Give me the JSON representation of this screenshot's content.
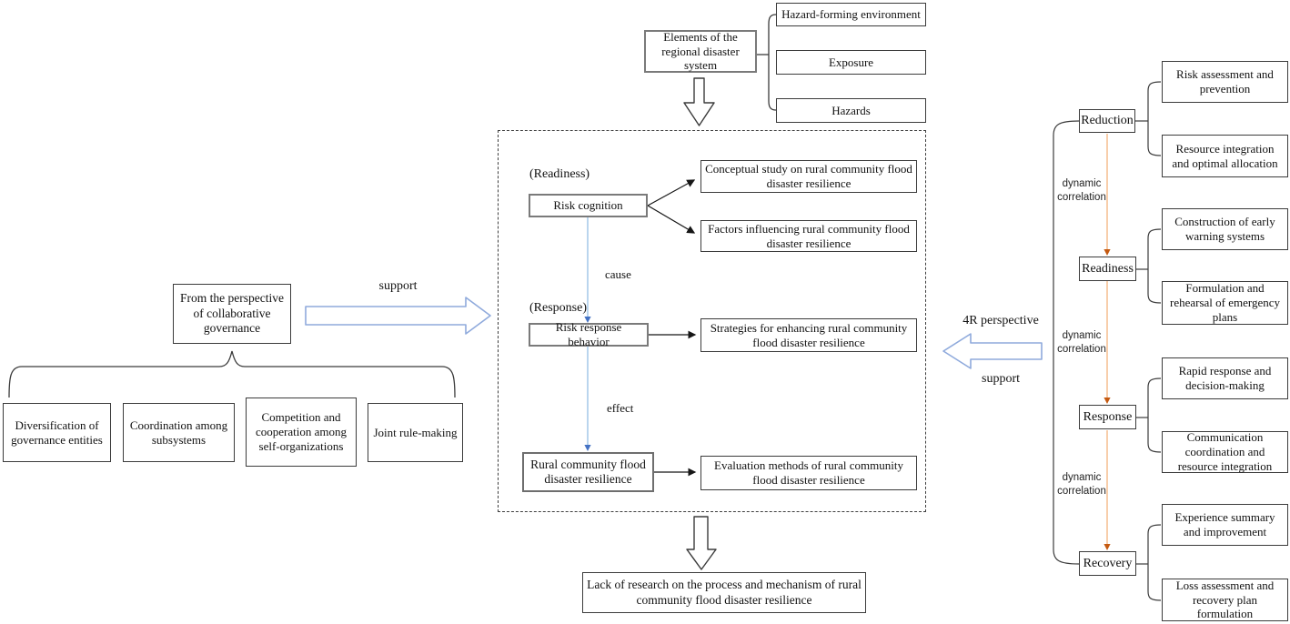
{
  "colors": {
    "accent_blue_outline": "#8FAADC",
    "flow_line_blue": "#9DC3E6",
    "flow_arrowhead_blue": "#4472C4",
    "dynamic_line_orange": "#F5BE8F",
    "dynamic_arrowhead_orange": "#C55A11",
    "box_border_dark": "#3b3b3b",
    "box_border_gray": "#7a7a7a"
  },
  "top": {
    "elements_box": "Elements of the regional disaster system",
    "components": [
      "Hazard-forming environment",
      "Exposure",
      "Hazards"
    ]
  },
  "left": {
    "perspective_box": "From the perspective of collaborative governance",
    "support_label": "support",
    "governance_boxes": [
      "Diversification of governance entities",
      "Coordination among subsystems",
      "Competition and cooperation among self-organizations",
      "Joint rule-making"
    ]
  },
  "center": {
    "readiness_label": "(Readiness)",
    "risk_cognition": "Risk cognition",
    "conceptual_study": "Conceptual study on rural community flood disaster resilience",
    "factors_influencing": "Factors influencing rural community flood disaster resilience",
    "cause_label": "cause",
    "response_label": "(Response)",
    "risk_response": "Risk response behavior",
    "strategies": "Strategies for enhancing rural community flood disaster resilience",
    "effect_label": "effect",
    "rural_resilience": "Rural community flood disaster resilience",
    "evaluation_methods": "Evaluation methods of rural community flood disaster resilience",
    "gap_box": "Lack of research on the process and mechanism of rural community flood disaster resilience"
  },
  "right": {
    "perspective_label": "4R perspective",
    "support_label": "support",
    "dynamic_label": "dynamic correlation",
    "stages": [
      {
        "name": "Reduction",
        "items": [
          "Risk assessment and prevention",
          "Resource integration and optimal allocation"
        ]
      },
      {
        "name": "Readiness",
        "items": [
          "Construction of early warning systems",
          "Formulation and rehearsal of emergency plans"
        ]
      },
      {
        "name": "Response",
        "items": [
          "Rapid response and decision-making",
          "Communication coordination and resource integration"
        ]
      },
      {
        "name": "Recovery",
        "items": [
          "Experience summary and improvement",
          "Loss assessment and recovery plan formulation"
        ]
      }
    ]
  }
}
